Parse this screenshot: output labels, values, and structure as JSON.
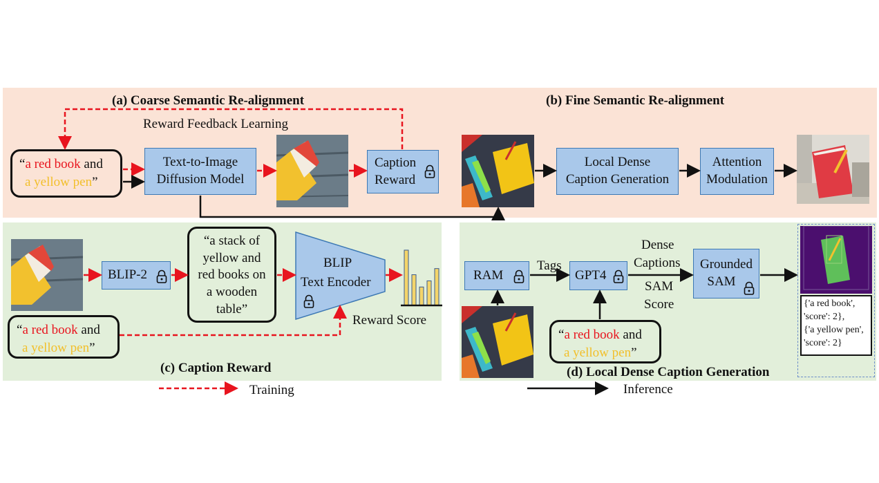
{
  "panels": {
    "a_title": "(a) Coarse Semantic Re-alignment",
    "b_title": "(b) Fine Semantic Re-alignment",
    "c_title": "(c) Caption Reward",
    "d_title": "(d) Local Dense Caption Generation"
  },
  "labels": {
    "reward_feedback": "Reward Feedback Learning",
    "reward_score": "Reward Score",
    "tags": "Tags",
    "dense_captions_line1": "Dense",
    "dense_captions_line2": "Captions",
    "sam_score_line1": "SAM",
    "sam_score_line2": "Score"
  },
  "boxes": {
    "t2i_line1": "Text-to-Image",
    "t2i_line2": "Diffusion Model",
    "caption_reward_line1": "Caption",
    "caption_reward_line2": "Reward",
    "local_dense_line1": "Local Dense",
    "local_dense_line2": "Caption Generation",
    "attention_line1": "Attention",
    "attention_line2": "Modulation",
    "blip2": "BLIP-2",
    "blip_line1": "BLIP",
    "blip_line2": "Text Encoder",
    "ram": "RAM",
    "gpt4": "GPT4",
    "grounded_line1": "Grounded",
    "grounded_line2": "SAM"
  },
  "prompt": {
    "open_quote": "“",
    "red_part": "a red book",
    "and": " and",
    "yellow_a": "a yellow ",
    "yellow_pen": "pen",
    "close_quote": "”"
  },
  "caption_bubble": {
    "line1": "“a stack of",
    "line2": "yellow and",
    "line3": "red books on",
    "line4": "a wooden",
    "line5": "table”"
  },
  "result_box": {
    "line1": "{'a red book',",
    "line2": "'score': 2},",
    "line3": "{'a yellow pen',",
    "line4": "'score': 2}"
  },
  "legend": {
    "training": "Training",
    "inference": "Inference"
  },
  "colors": {
    "panel_peach": "#fbe3d6",
    "panel_green": "#e2efda",
    "box_fill": "#a9c8ea",
    "box_border": "#3c78b4",
    "dashed_red": "#e8141e",
    "text_red": "#e8141e",
    "text_yellow": "#f2bf2a",
    "bar_yellow": "#f4d56a",
    "mask_bg": "#4b0f6e",
    "mask_green": "#5fbf5a"
  },
  "icons": [
    "lock-icon",
    "arrow-icon",
    "bar-chart-icon"
  ],
  "chart_data": {
    "type": "bar",
    "values": [
      9,
      5,
      3,
      4,
      6
    ]
  }
}
